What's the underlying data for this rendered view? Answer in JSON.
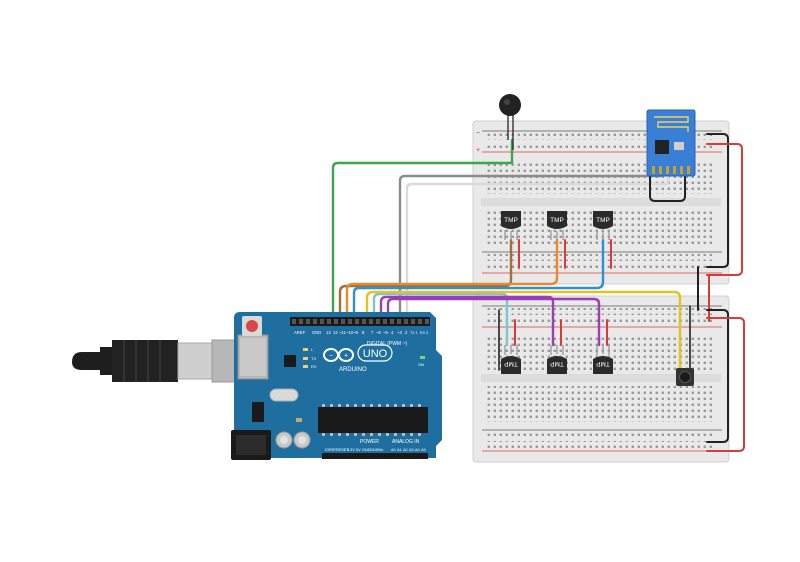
{
  "arduino": {
    "brand": "ARDUINO",
    "model": "UNO",
    "digital_header": "DIGITAL (PWM ~)",
    "power_header": "POWER",
    "analog_header": "ANALOG IN",
    "aref": "AREF",
    "gnd": "GND",
    "tx": "TX",
    "rx": "RX",
    "l": "L",
    "on": "ON",
    "digital_pins": [
      "13",
      "12",
      "~11",
      "~10",
      "~9",
      "8",
      "7",
      "~6",
      "~5",
      "4",
      "~3",
      "2",
      "TX 1",
      "RX 0"
    ],
    "power_pins": [
      "IOREF",
      "RESET",
      "3.3V",
      "5V",
      "GND",
      "GND",
      "Vin"
    ],
    "analog_pins": [
      "A0",
      "A1",
      "A2",
      "A3",
      "A4",
      "A5"
    ]
  },
  "sensors": {
    "label": "TMP"
  },
  "colors": {
    "board_blue": "#1f6ea0",
    "breadboard": "#e9e9e9",
    "rail_red": "#d93b3b",
    "wire_green": "#3aa84a",
    "wire_gray": "#8c8c8c",
    "wire_white": "#dadada",
    "wire_orange": "#e8892c",
    "wire_blue": "#2f8fd0",
    "wire_purple": "#9b3fb5",
    "wire_yellow": "#e6c21c",
    "wire_brown": "#a0703c",
    "wire_teal": "#7fc4cf",
    "wire_black": "#222222",
    "wire_red": "#d93b3b",
    "esp_blue": "#3a7fd6"
  },
  "icons": [
    "usb-cable-icon",
    "usb-connector-icon",
    "power-jack-icon",
    "reset-button-icon",
    "arduino-infinity-logo-icon",
    "buzzer-icon",
    "wifi-module-icon",
    "pushbutton-icon",
    "temperature-sensor-icon"
  ]
}
